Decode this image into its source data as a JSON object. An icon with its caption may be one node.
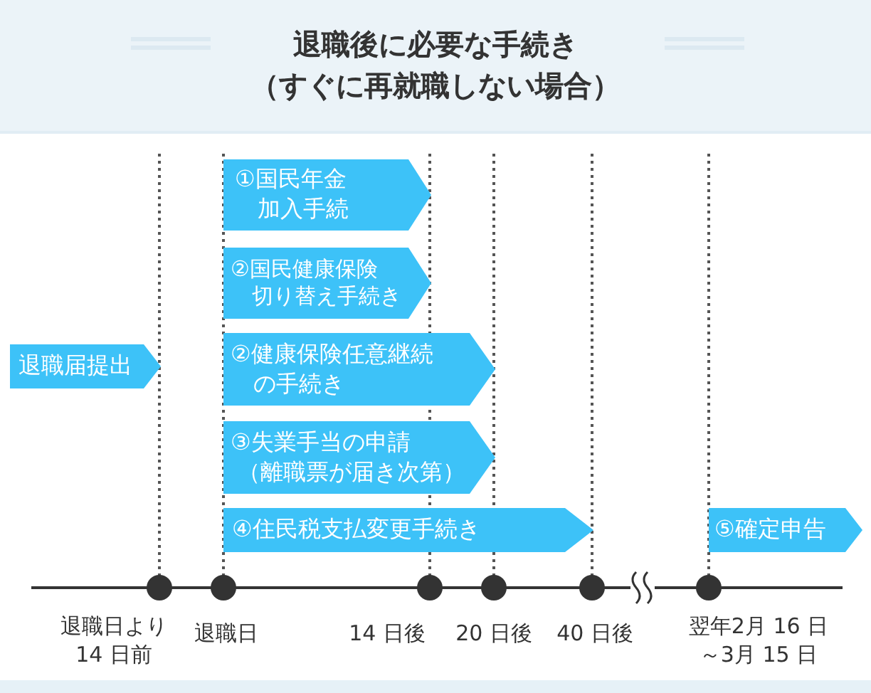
{
  "diagram": {
    "title": "退職後に必要な手続き（すぐに再就職しない場合）",
    "nodes": [
      {
        "text": [
          "①国民年金加入手続"
        ]
      },
      {
        "text": [
          "②国民健康保険切り替え手続き"
        ]
      },
      {
        "text": [
          "退職届提出"
        ]
      },
      {
        "text": [
          "②健康保険任意継続の手続き"
        ]
      },
      {
        "text": [
          "③失業手当の申請（離職票が届き次第）"
        ]
      },
      {
        "text": [
          "④住民税支払変更手続き"
        ]
      },
      {
        "text": [
          "⑤確定申告"
        ]
      }
    ],
    "labels": [
      "退職日より14 日前",
      "退職日",
      "14 日後",
      "20 日後",
      "40 日後",
      "翌年2月 16 日～3月 15 日"
    ]
  }
}
